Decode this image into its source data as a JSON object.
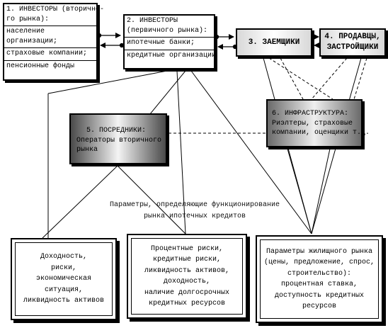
{
  "boxes": {
    "investors_secondary": {
      "title": "1. ИНВЕСТОРЫ (вторично-",
      "title2": "го рынка):",
      "items": [
        "население",
        "организации;",
        "страховые компании;",
        "пенсионные фонды"
      ]
    },
    "investors_primary": {
      "title": "2. ИНВЕСТОРЫ",
      "title2": "(первичного рынка):",
      "items": [
        "ипотечные банки;",
        "кредитные организации"
      ]
    },
    "borrowers": {
      "title": "3. ЗАЕМЩИКИ"
    },
    "sellers": {
      "title": "4. ПРОДАВЦЫ,",
      "title2": "ЗАСТРОЙЩИКИ"
    },
    "intermediaries": {
      "title": "5. ПОСРЕДНИКИ:",
      "line2": "Операторы вторичного",
      "line3": "рынка"
    },
    "infrastructure": {
      "title": "6. ИНФРАСТРУКТУРА:",
      "line2": "Риэлтеры, страховые",
      "line3": "компании, оценщики т.д."
    }
  },
  "center_label": {
    "line1": "Параметры, определяющие функционирование",
    "line2": "рынка ипотечных кредитов"
  },
  "parameters": {
    "left": [
      "Доходность,",
      "риски,",
      "экономическая ситуация,",
      "ликвидность активов"
    ],
    "middle": [
      "Процентные риски,",
      "кредитные риски,",
      "ликвидность активов,",
      "доходность,",
      "наличие долгосрочных",
      "кредитных ресурсов"
    ],
    "right": [
      "Параметры жилищного рынка",
      "(цены, предложение, спрос,",
      "строительство):",
      "процентная ставка,",
      "доступность кредитных",
      "ресурсов"
    ]
  },
  "colors": {
    "line": "#000000",
    "box_border": "#000000"
  }
}
